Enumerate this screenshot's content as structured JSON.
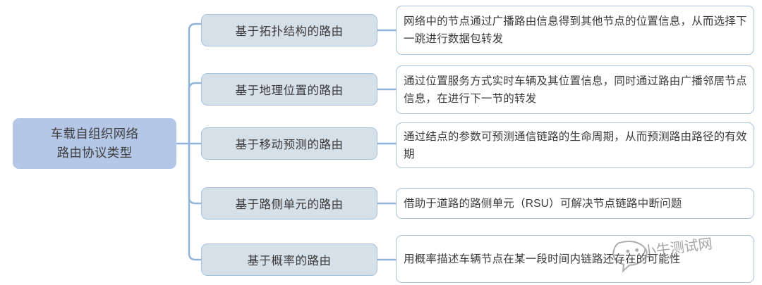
{
  "diagram": {
    "type": "mindmap",
    "title": "车载自组织网络路由协议类型",
    "root": {
      "label": "车载自组织网络\n路由协议类型",
      "fill_color": "#b4c7e7"
    },
    "branch_style": {
      "fill_color": "#d6e0e9",
      "border_color": "#a8c2dc"
    },
    "description_style": {
      "fill_color": "#ffffff",
      "border_color": "#a8c2dc"
    },
    "connector_color": "#8fb3d9",
    "branches": [
      {
        "label": "基于拓扑结构的路由",
        "description": "网络中的节点通过广播路由信息得到其他节点的位置信息，从而选择下一跳进行数据包转发"
      },
      {
        "label": "基于地理位置的路由",
        "description": "通过位置服务方式实时车辆及其位置信息，同时通过路由广播邻居节点信息，在进行下一节的转发"
      },
      {
        "label": "基于移动预测的路由",
        "description": "通过结点的参数可预测通信链路的生命周期，从而预测路由路径的有效期"
      },
      {
        "label": "基于路侧单元的路由",
        "description": "借助于道路的路侧单元（RSU）可解决节点链路中断问题"
      },
      {
        "label": "基于概率的路由",
        "description": "用概率描述车辆节点在某一段时间内链路还存在的可能性"
      }
    ]
  },
  "watermark": {
    "text": "小牛测试网",
    "icon": "speech-bubble-face-icon"
  }
}
